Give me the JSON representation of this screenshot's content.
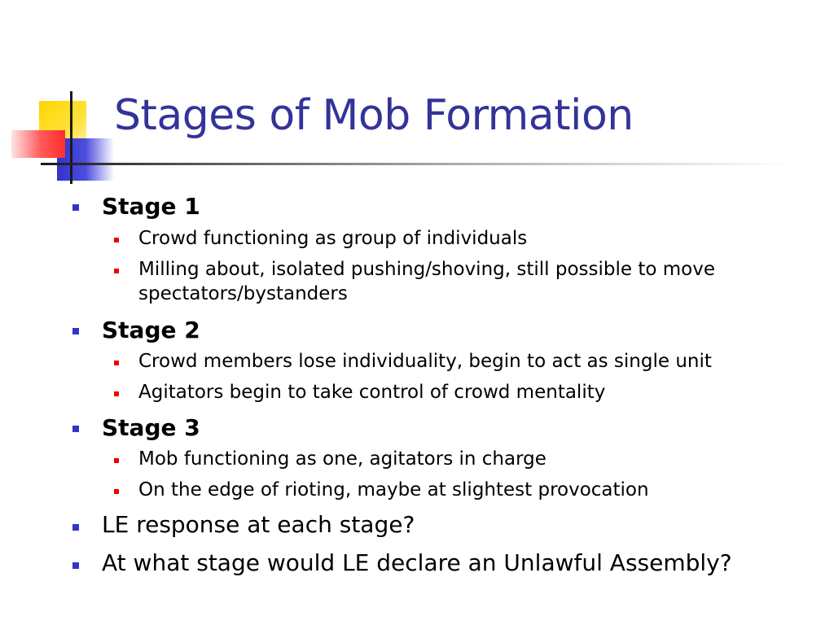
{
  "slide": {
    "title": "Stages of Mob Formation",
    "colors": {
      "title": "#333399",
      "bullet_level1": "#3333cc",
      "bullet_level2": "#ee0000",
      "accent_yellow": "#ffd400",
      "accent_red": "#ff2d2d",
      "accent_blue": "#3333cc"
    },
    "bullets": [
      {
        "text": "Stage 1",
        "bold": true
      },
      {
        "text": "Crowd functioning as group of individuals",
        "level": 2
      },
      {
        "text": "Milling about, isolated pushing/shoving, still possible to move",
        "level": 2
      },
      {
        "text": "spectators/bystanders",
        "level": 2,
        "continuation": true
      },
      {
        "text": "Stage 2",
        "bold": true
      },
      {
        "text": "Crowd members lose individuality, begin to act as single unit",
        "level": 2
      },
      {
        "text": "Agitators begin to take control of crowd mentality",
        "level": 2
      },
      {
        "text": "Stage 3",
        "bold": true
      },
      {
        "text": "Mob functioning as one, agitators in charge",
        "level": 2
      },
      {
        "text": "On the edge of rioting, maybe at slightest provocation",
        "level": 2
      },
      {
        "text": "LE response at each stage?"
      },
      {
        "text": "At what stage would LE declare an Unlawful Assembly?"
      }
    ]
  }
}
